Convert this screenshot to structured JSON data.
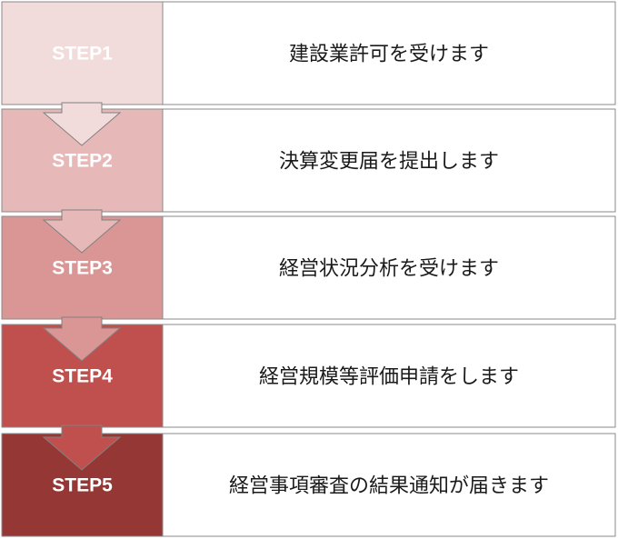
{
  "steps": [
    {
      "label": "STEP1",
      "description": "建設業許可を受けます",
      "color": "#f2dcdb"
    },
    {
      "label": "STEP2",
      "description": "決算変更届を提出します",
      "color": "#e6b9b8"
    },
    {
      "label": "STEP3",
      "description": "経営状況分析を受けます",
      "color": "#d99694"
    },
    {
      "label": "STEP4",
      "description": "経営規模等評価申請をします",
      "color": "#c0504d"
    },
    {
      "label": "STEP5",
      "description": "経営事項審査の結果通知が届きます",
      "color": "#953735"
    }
  ],
  "colors": {
    "border": "#8a8a8a",
    "arrow_outline": "#808080",
    "description_background": "#ffffff"
  }
}
